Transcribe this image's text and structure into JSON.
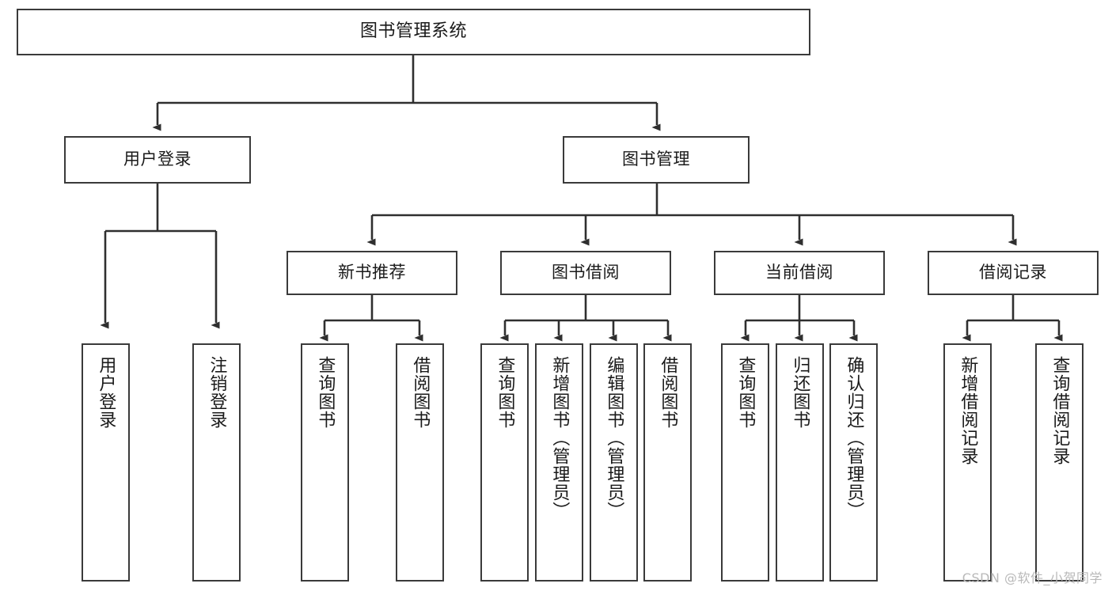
{
  "diagram": {
    "type": "tree",
    "title": "图书管理系统",
    "orientation": "top-down",
    "colors": {
      "box_border": "#3a3a3a",
      "box_fill": "#ffffff",
      "connector": "#2f2f2f",
      "text": "#1a1a1a",
      "watermark": "#b9b9b9",
      "background": "#ffffff"
    },
    "root": {
      "label": "图书管理系统"
    },
    "level2": [
      {
        "label": "用户登录"
      },
      {
        "label": "图书管理"
      }
    ],
    "level3": [
      {
        "label": "新书推荐"
      },
      {
        "label": "图书借阅"
      },
      {
        "label": "当前借阅"
      },
      {
        "label": "借阅记录"
      }
    ],
    "leaves": {
      "user_login": [
        {
          "label": "用户登录"
        },
        {
          "label": "注销登录"
        }
      ],
      "new_book_recommend": [
        {
          "label": "查询图书"
        },
        {
          "label": "借阅图书"
        }
      ],
      "book_borrow": [
        {
          "label": "查询图书"
        },
        {
          "label": "新增图书（管理员）"
        },
        {
          "label": "编辑图书（管理员）"
        },
        {
          "label": "借阅图书"
        }
      ],
      "current_borrow": [
        {
          "label": "查询图书"
        },
        {
          "label": "归还图书"
        },
        {
          "label": "确认归还（管理员）"
        }
      ],
      "borrow_record": [
        {
          "label": "新增借阅记录"
        },
        {
          "label": "查询借阅记录"
        }
      ]
    }
  },
  "watermark": {
    "text": "CSDN @软件_小贺同学"
  }
}
